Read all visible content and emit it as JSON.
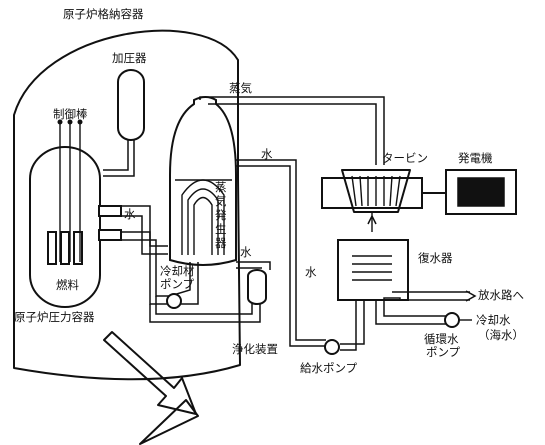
{
  "labels": {
    "containment": "原子炉格納容器",
    "pressurizer": "加圧器",
    "control_rods": "制御棒",
    "steam": "蒸気",
    "water_top": "水",
    "water_left": "水",
    "water_mid": "水",
    "water_right": "水",
    "turbine": "タービン",
    "generator": "発電機",
    "steam_generator": [
      "蒸",
      "気",
      "発",
      "生",
      "器"
    ],
    "fuel": "燃料",
    "coolant_pump": [
      "冷却材",
      "ポンプ"
    ],
    "condenser": "復水器",
    "discharge": "放水路へ",
    "cooling_water": "冷却水",
    "seawater": "（海水）",
    "circ_pump": [
      "循環水",
      "ポンプ"
    ],
    "reactor_vessel": "原子炉圧力容器",
    "purification": "浄化装置",
    "feedwater_pump": "給水ポンプ"
  }
}
